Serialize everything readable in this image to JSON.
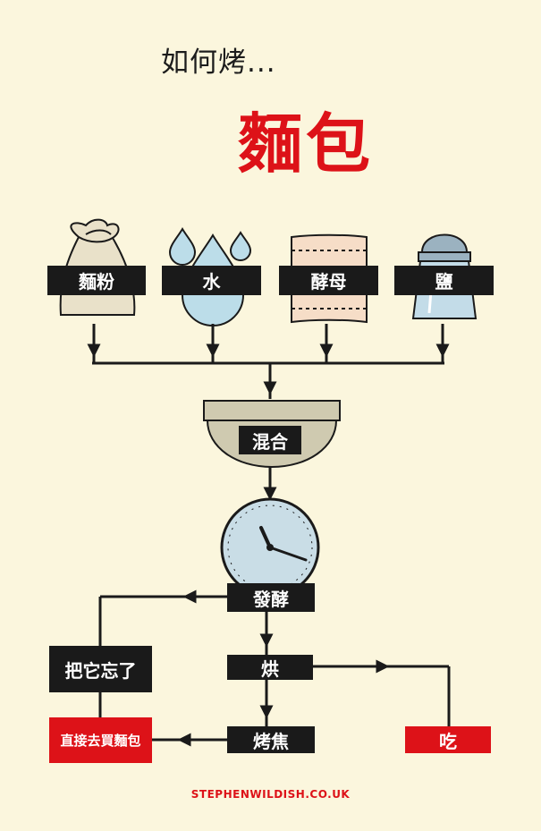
{
  "header": {
    "subtitle": "如何烤...",
    "title": "麵包"
  },
  "ingredients": {
    "flour": "麵粉",
    "water": "水",
    "yeast": "酵母",
    "salt": "鹽"
  },
  "steps": {
    "mix": "混合",
    "rise": "發酵",
    "forget": "把它忘了",
    "bake": "烘",
    "buy": "直接去買麵包",
    "burn": "烤焦",
    "eat": "吃"
  },
  "footer": {
    "credit": "STEPHENWILDISH.CO.UK"
  },
  "colors": {
    "background": "#fbf6dd",
    "accent": "#dd1218",
    "ink": "#1a1a1a",
    "water": "#bcdde9",
    "bowl": "#cfcab0"
  }
}
